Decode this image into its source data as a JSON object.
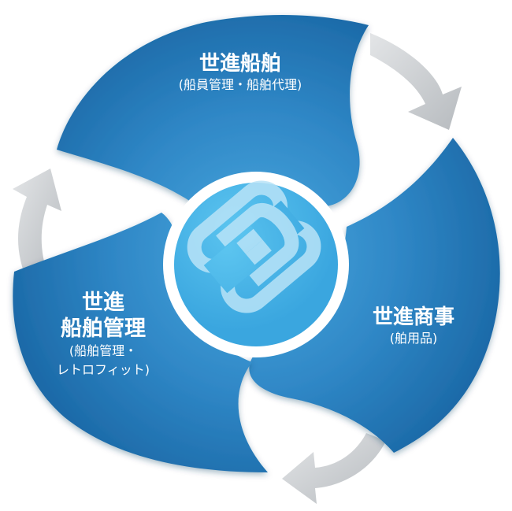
{
  "segments": [
    {
      "id": "top",
      "title_lines": [
        "世進船舶"
      ],
      "sub_lines": [
        "(船員管理・船舶代理)"
      ]
    },
    {
      "id": "right",
      "title_lines": [
        "世進商事"
      ],
      "sub_lines": [
        "(舶用品)"
      ]
    },
    {
      "id": "left",
      "title_lines": [
        "世進",
        "船舶管理"
      ],
      "sub_lines": [
        "(船舶管理・",
        "レトロフィット)"
      ]
    }
  ],
  "colors": {
    "blade_dark": "#1c6fae",
    "blade_mid": "#3592d0",
    "center_light": "#4bb8ea",
    "center_ring": "#ffffff",
    "logo": "#b9e3f7",
    "arrow": "#c9ccd0"
  },
  "icons": [
    "company-s-logo-icon",
    "cycle-arrow-icon"
  ]
}
